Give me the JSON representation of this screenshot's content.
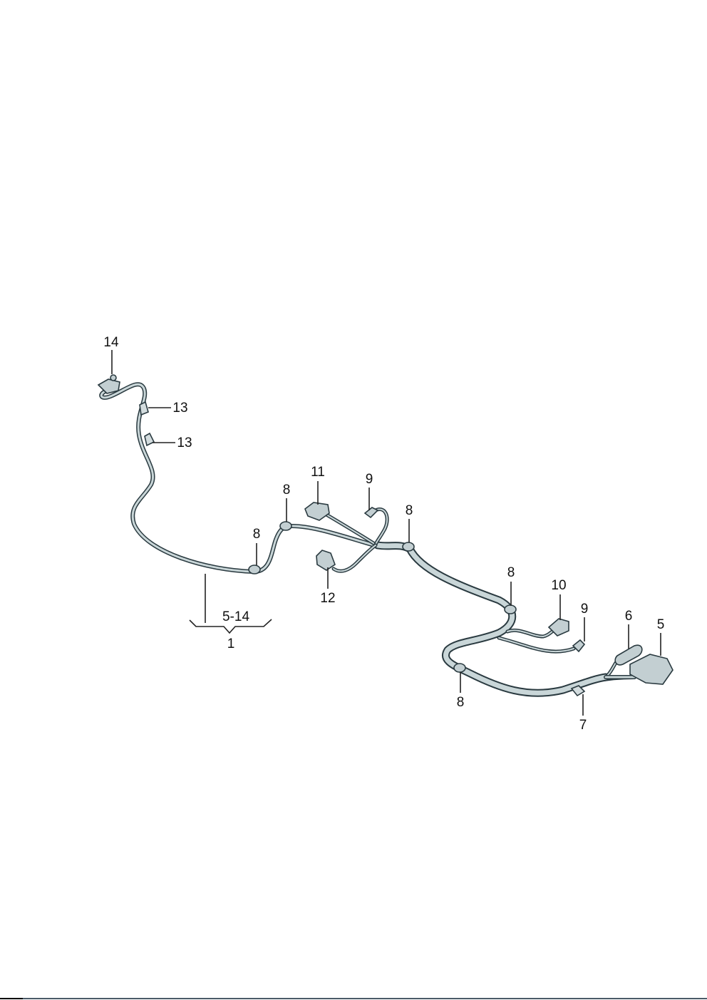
{
  "diagram": {
    "callouts": {
      "c14": "14",
      "c13a": "13",
      "c13b": "13",
      "c11": "11",
      "c9a": "9",
      "c8a": "8",
      "c8b": "8",
      "c8c": "8",
      "c8d": "8",
      "c8e": "8",
      "c12": "12",
      "c10": "10",
      "c9b": "9",
      "c6": "6",
      "c5": "5",
      "c7": "7",
      "group_range": "5-14",
      "group_item": "1"
    }
  }
}
